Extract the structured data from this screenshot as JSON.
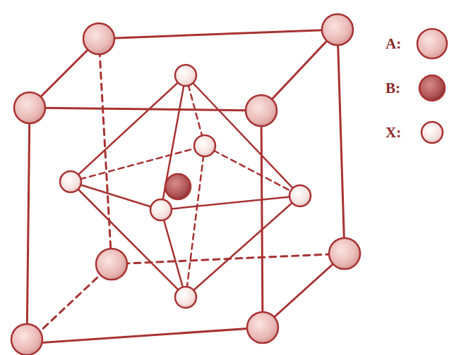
{
  "diagram": {
    "legend": [
      {
        "text": "A:"
      },
      {
        "text": "B:"
      },
      {
        "text": "X:"
      }
    ]
  }
}
